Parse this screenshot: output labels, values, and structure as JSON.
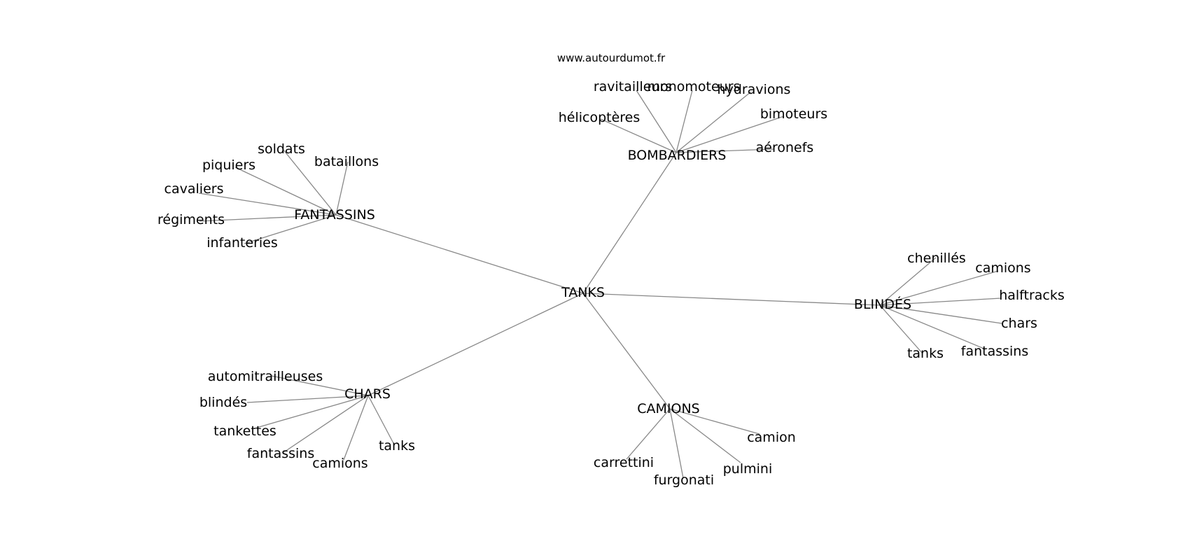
{
  "source_caption": "www.autourdumot.fr",
  "root": "TANKS",
  "colors": {
    "edge": "#888888",
    "text": "#000000",
    "background": "#ffffff"
  },
  "clusters": [
    {
      "label": "BOMBARDIERS",
      "words": [
        "ravitailleurs",
        "monomoteurs",
        "hydravions",
        "hélicoptères",
        "bimoteurs",
        "aéronefs"
      ]
    },
    {
      "label": "FANTASSINS",
      "words": [
        "soldats",
        "bataillons",
        "piquiers",
        "cavaliers",
        "régiments",
        "infanteries"
      ]
    },
    {
      "label": "BLINDÉS",
      "words": [
        "chenillés",
        "camions",
        "halftracks",
        "chars",
        "tanks",
        "fantassins"
      ]
    },
    {
      "label": "CHARS",
      "words": [
        "automitrailleuses",
        "blindés",
        "tankettes",
        "fantassins",
        "camions",
        "tanks"
      ]
    },
    {
      "label": "CAMIONS",
      "words": [
        "camion",
        "carrettini",
        "furgonati",
        "pulmini"
      ]
    }
  ]
}
